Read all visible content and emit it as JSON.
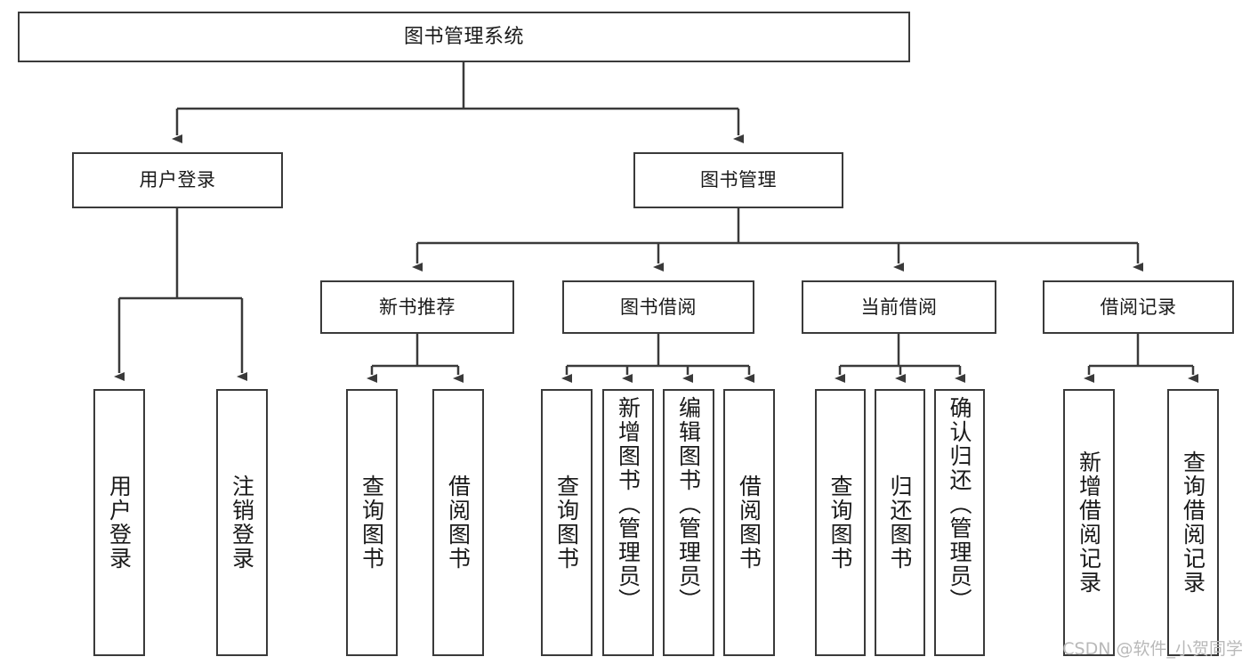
{
  "diagram": {
    "type": "tree",
    "title": "图书管理系统",
    "orientation": "top-down",
    "root": {
      "id": "root",
      "label": "图书管理系统"
    },
    "level1": [
      {
        "id": "user-login",
        "label": "用户登录"
      },
      {
        "id": "book-manage",
        "label": "图书管理"
      }
    ],
    "level2": [
      {
        "id": "new-book-rec",
        "label": "新书推荐",
        "parent": "book-manage"
      },
      {
        "id": "book-borrow",
        "label": "图书借阅",
        "parent": "book-manage"
      },
      {
        "id": "current-borrow",
        "label": "当前借阅",
        "parent": "book-manage"
      },
      {
        "id": "borrow-record",
        "label": "借阅记录",
        "parent": "book-manage"
      }
    ],
    "leaves": [
      {
        "id": "leaf-user-login",
        "label": "用户登录",
        "parent": "user-login"
      },
      {
        "id": "leaf-logout",
        "label": "注销登录",
        "parent": "user-login"
      },
      {
        "id": "leaf-query-book-rec",
        "label": "查询图书",
        "parent": "new-book-rec"
      },
      {
        "id": "leaf-borrow-book-rec",
        "label": "借阅图书",
        "parent": "new-book-rec"
      },
      {
        "id": "leaf-query-book-borrow",
        "label": "查询图书",
        "parent": "book-borrow"
      },
      {
        "id": "leaf-add-book",
        "label": "新增图书（管理员）",
        "parent": "book-borrow"
      },
      {
        "id": "leaf-edit-book",
        "label": "编辑图书（管理员）",
        "parent": "book-borrow"
      },
      {
        "id": "leaf-borrow-book",
        "label": "借阅图书",
        "parent": "book-borrow"
      },
      {
        "id": "leaf-query-book-current",
        "label": "查询图书",
        "parent": "current-borrow"
      },
      {
        "id": "leaf-return-book",
        "label": "归还图书",
        "parent": "current-borrow"
      },
      {
        "id": "leaf-confirm-return",
        "label": "确认归还（管理员）",
        "parent": "current-borrow"
      },
      {
        "id": "leaf-add-record",
        "label": "新增借阅记录",
        "parent": "borrow-record"
      },
      {
        "id": "leaf-query-record",
        "label": "查询借阅记录",
        "parent": "borrow-record"
      }
    ],
    "colors": {
      "stroke": "#3a3a3a",
      "fill": "#ffffff",
      "text": "#1a1a1a",
      "watermark": "#b9b9b9"
    }
  },
  "watermark": {
    "text": "CSDN @软件_小贺同学"
  }
}
